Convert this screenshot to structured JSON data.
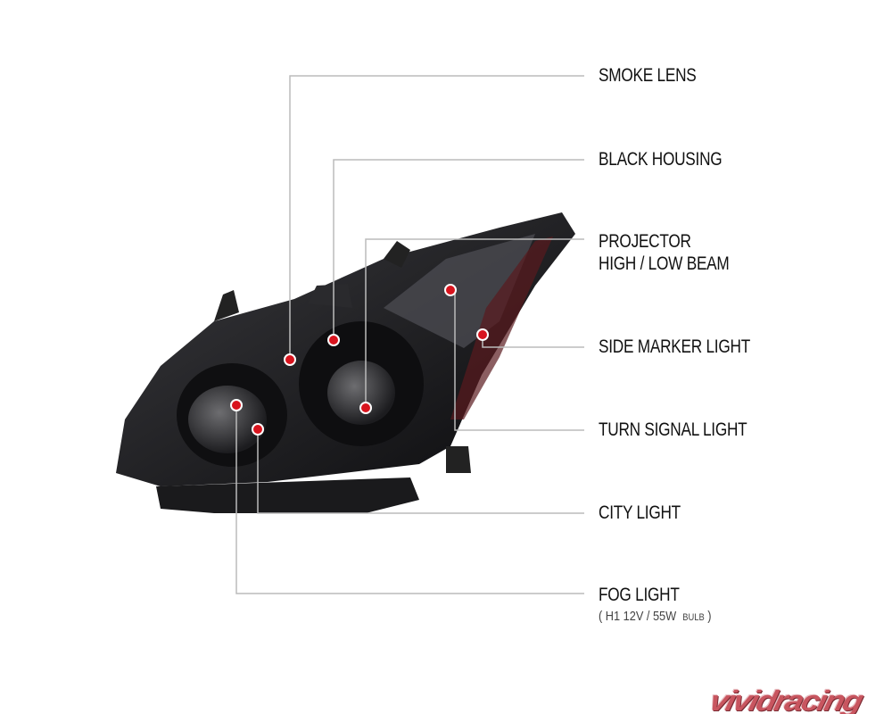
{
  "labels": {
    "smoke_lens": "SMOKE LENS",
    "black_housing": "BLACK HOUSING",
    "projector_line1": "PROJECTOR",
    "projector_line2": "HIGH / LOW BEAM",
    "side_marker": "SIDE MARKER LIGHT",
    "turn_signal": "TURN SIGNAL LIGHT",
    "city_light": "CITY LIGHT",
    "fog_light": "FOG LIGHT",
    "fog_spec_open": "(",
    "fog_spec": "H1  12V / 55W",
    "fog_spec_bulb": "BULB",
    "fog_spec_close": ")"
  },
  "brand": {
    "logo_text": "vividracing",
    "color": "#c8555f"
  },
  "colors": {
    "marker": "#d8141e",
    "leader": "#bbbbbb",
    "housing": "#151517"
  }
}
